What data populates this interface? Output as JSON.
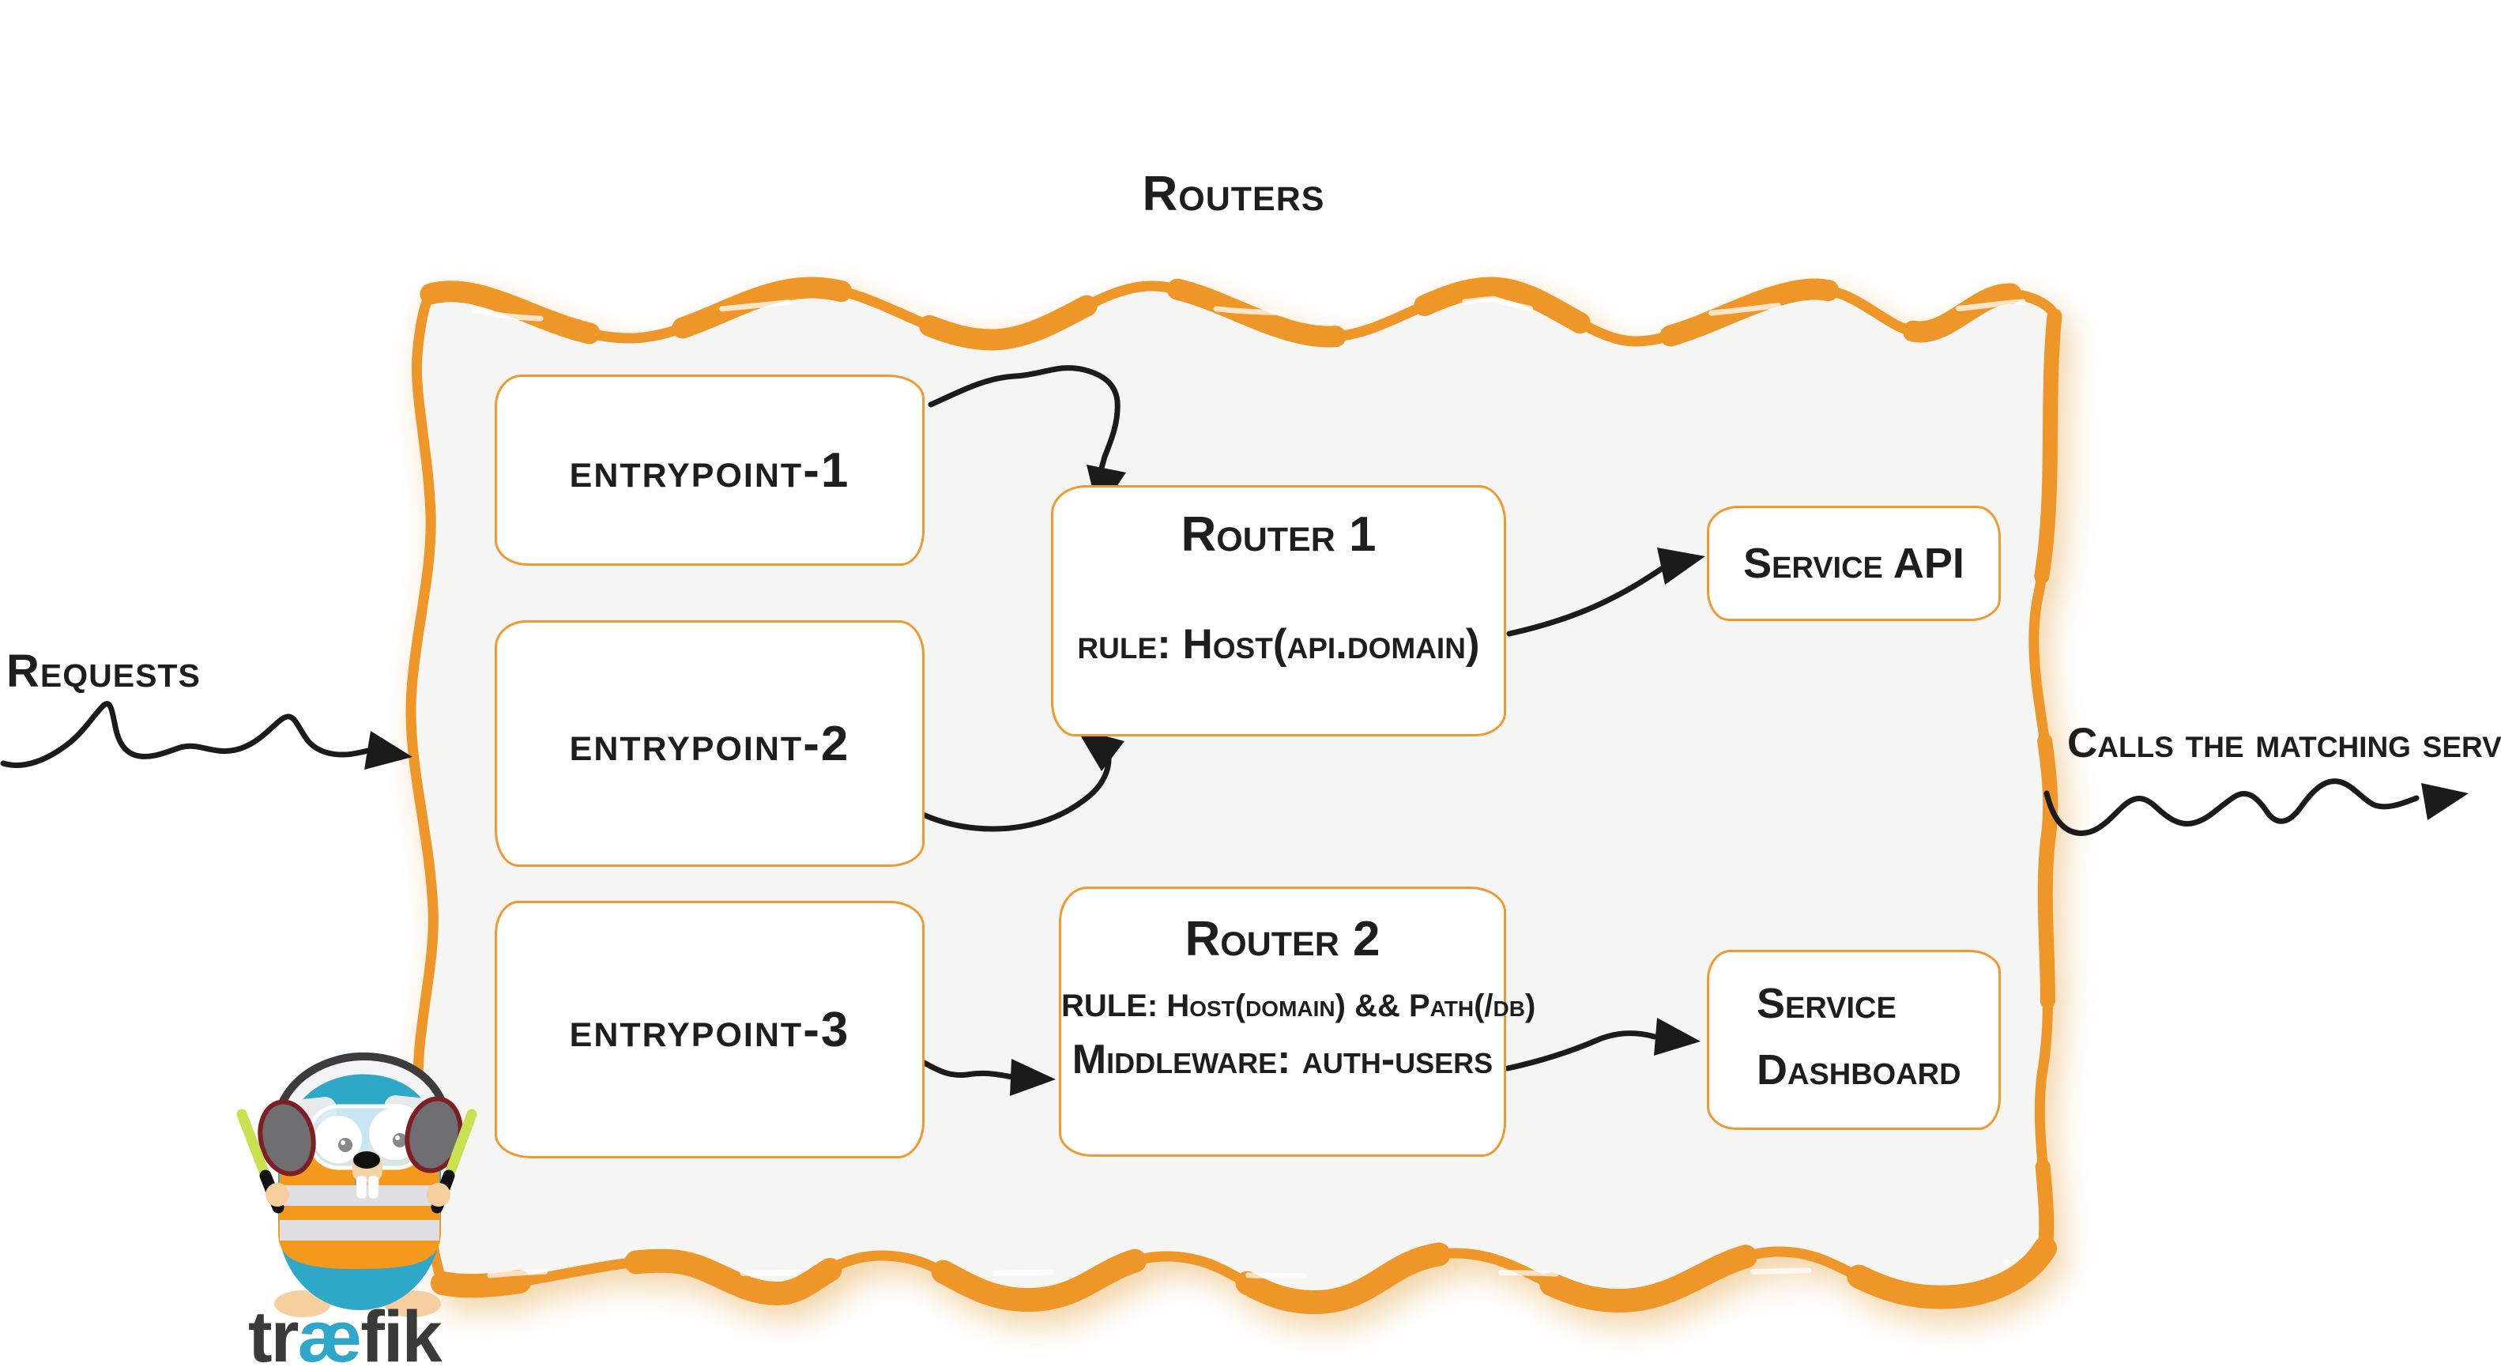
{
  "title": "Routers",
  "labels": {
    "requests": "Requests",
    "calls": "Calls the matching server"
  },
  "entrypoints": [
    {
      "label": "entrypoint-1"
    },
    {
      "label": "entrypoint-2"
    },
    {
      "label": "entrypoint-3"
    }
  ],
  "routers": [
    {
      "name": "Router 1",
      "rule": "rule: Host(api.domain)"
    },
    {
      "name": "Router 2",
      "rule": "RULE: Host(domain) && Path(/db)",
      "middleware": "Middleware: auth-users"
    }
  ],
  "services": [
    {
      "label": "Service API"
    },
    {
      "line1": "Service",
      "line2": "Dashboard"
    }
  ],
  "logo": {
    "pre": "tr",
    "ae": "æ",
    "post": "fik"
  },
  "icons": {
    "logo": "traefik-gopher-mascot"
  },
  "colors": {
    "accent_orange": "#EF9629",
    "node_border_orange": "#F0992F",
    "container_fill": "#F5F5F4",
    "ink": "#1E1E1E",
    "logo_teal": "#2EA7C8",
    "logo_dark": "#3A3A39",
    "vest_orange": "#F5991D",
    "glowstick_green": "#C9E14F"
  }
}
